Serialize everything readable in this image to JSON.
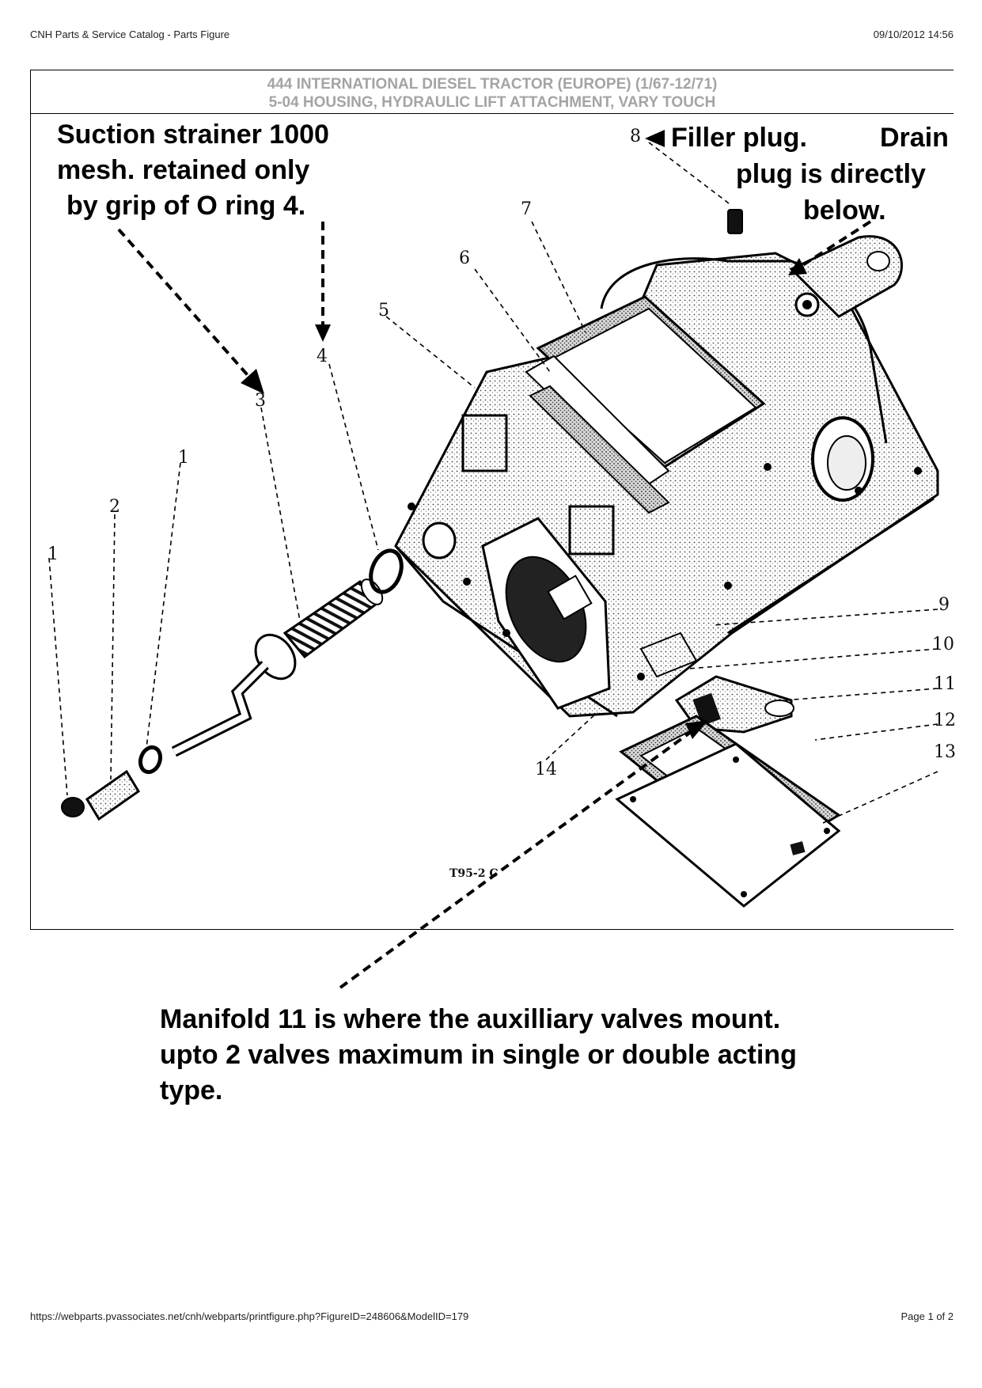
{
  "header": {
    "left": "CNH Parts & Service Catalog - Parts Figure",
    "right": "09/10/2012 14:56"
  },
  "figure": {
    "title_line1": "444 INTERNATIONAL DIESEL TRACTOR (EUROPE) (1/67-12/71)",
    "title_line2": "5-04 HOUSING, HYDRAULIC LIFT ATTACHMENT, VARY TOUCH",
    "figure_code": "T95-2 C",
    "callouts": [
      "1",
      "2",
      "1",
      "3",
      "4",
      "5",
      "6",
      "7",
      "8",
      "9",
      "10",
      "11",
      "12",
      "13",
      "14"
    ]
  },
  "annotations": {
    "suction": [
      "Suction strainer 1000",
      "mesh. retained only",
      "by grip of O ring 4."
    ],
    "filler": "Filler plug.",
    "drain": [
      "Drain",
      "plug is directly",
      "below."
    ],
    "manifold": [
      "Manifold 11 is where the auxilliary valves mount.",
      "upto 2 valves maximum in single or double acting",
      "type."
    ]
  },
  "footer": {
    "url": "https://webparts.pvassociates.net/cnh/webparts/printfigure.php?FigureID=248606&ModelID=179",
    "page": "Page 1 of 2"
  }
}
